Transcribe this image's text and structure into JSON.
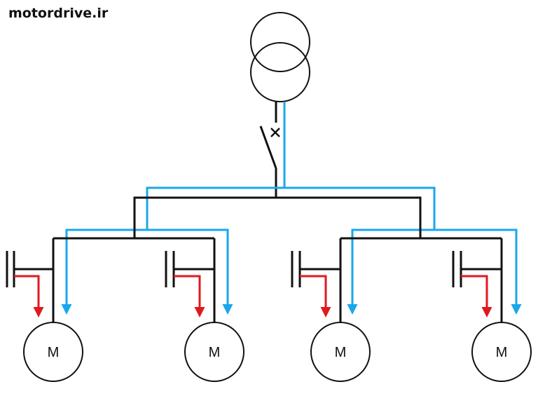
{
  "watermark": "motordrive.ir",
  "motor_label": "M",
  "colors": {
    "line": "#111111",
    "blue_path": "#1aa7ec",
    "red_path": "#e0191f",
    "background": "#ffffff"
  },
  "motors": [
    {
      "id": "motor-1",
      "label": "M"
    },
    {
      "id": "motor-2",
      "label": "M"
    },
    {
      "id": "motor-3",
      "label": "M"
    },
    {
      "id": "motor-4",
      "label": "M"
    }
  ]
}
